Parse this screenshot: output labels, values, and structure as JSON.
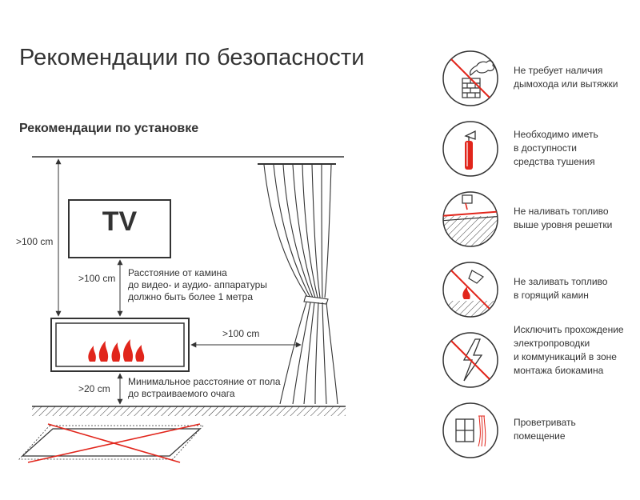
{
  "title": "Рекомендации по безопасности",
  "installation": {
    "heading": "Рекомендации по установке",
    "tv_label": "TV",
    "dim_ceiling_tv": ">100 cm",
    "dim_tv_fireplace": ">100 cm",
    "dim_fireplace_curtain": ">100 cm",
    "dim_floor": ">20 cm",
    "note_av": "Расстояние от камина\nдо видео- и аудио- аппаратуры\nдолжно быть более 1 метра",
    "note_floor": "Минимальное расстояние от пола\nдо встраиваемого очага"
  },
  "recommendations": [
    {
      "icon": "no-chimney-icon",
      "text": "Не требует наличия\nдымохода или вытяжки"
    },
    {
      "icon": "fire-extinguisher-icon",
      "text": "Необходимо иметь\nв доступности\nсредства тушения"
    },
    {
      "icon": "no-overfill-icon",
      "text": "Не наливать топливо\nвыше уровня решетки"
    },
    {
      "icon": "no-refuel-burning-icon",
      "text": "Не заливать топливо\nв горящий камин"
    },
    {
      "icon": "no-wiring-icon",
      "text": "Исключить прохождение\nэлектропроводки\nи коммуникаций в зоне\nмонтажа биокамина"
    },
    {
      "icon": "ventilate-icon",
      "text": "Проветривать\nпомещение"
    }
  ],
  "colors": {
    "text": "#333333",
    "line": "#333333",
    "accent": "#e1251b"
  }
}
